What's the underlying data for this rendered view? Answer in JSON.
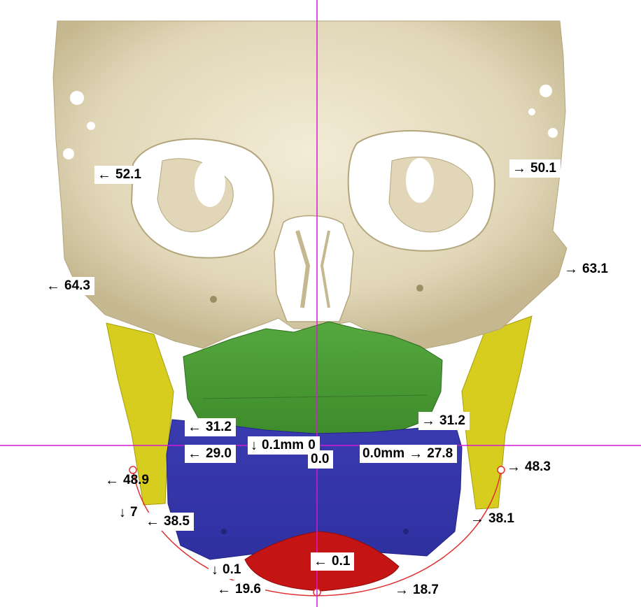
{
  "colors": {
    "skull": "#e4dcc0",
    "skull_shadow": "#c2b691",
    "maxilla": "#4e9a37",
    "mandible": "#3e3fae",
    "chin": "#c41414",
    "ramus": "#d8cf1c",
    "midline": "#d21ad2",
    "arc": "#e03030"
  },
  "measurements": {
    "orbit_left": {
      "arrow": "←",
      "value": "52.1"
    },
    "orbit_right": {
      "arrow": "→",
      "value": "50.1"
    },
    "zygoma_left": {
      "arrow": "←",
      "value": "64.3"
    },
    "zygoma_right": {
      "arrow": "→",
      "value": "63.1"
    },
    "maxilla_left": {
      "arrow": "←",
      "value": "31.2"
    },
    "maxilla_right": {
      "arrow": "→",
      "value": "31.2"
    },
    "occlusal_left": {
      "arrow": "←",
      "value": "29.0"
    },
    "occlusal_right": {
      "arrow": "→",
      "value": "27.8"
    },
    "midline_vertical": {
      "arrow": "↓",
      "value": "0.1mm"
    },
    "midline_right_offset": {
      "value": "0.0mm"
    },
    "midline_zero_a": {
      "value": "0"
    },
    "midline_zero_b": {
      "value": "0.0"
    },
    "gonion_left": {
      "arrow": "←",
      "value": "48.9"
    },
    "gonion_right": {
      "arrow": "→",
      "value": "48.3"
    },
    "mandible_left": {
      "arrow": "←",
      "value": "38.5"
    },
    "mandible_right": {
      "arrow": "→",
      "value": "38.1"
    },
    "mandible_left_partial": {
      "arrow": "↓",
      "value": "7"
    },
    "chin_center": {
      "arrow": "←",
      "value": "0.1"
    },
    "menton_vertical": {
      "arrow": "↓",
      "value": "0.1"
    },
    "menton_left": {
      "arrow": "←",
      "value": "19.6"
    },
    "menton_right": {
      "arrow": "→",
      "value": "18.7"
    }
  }
}
